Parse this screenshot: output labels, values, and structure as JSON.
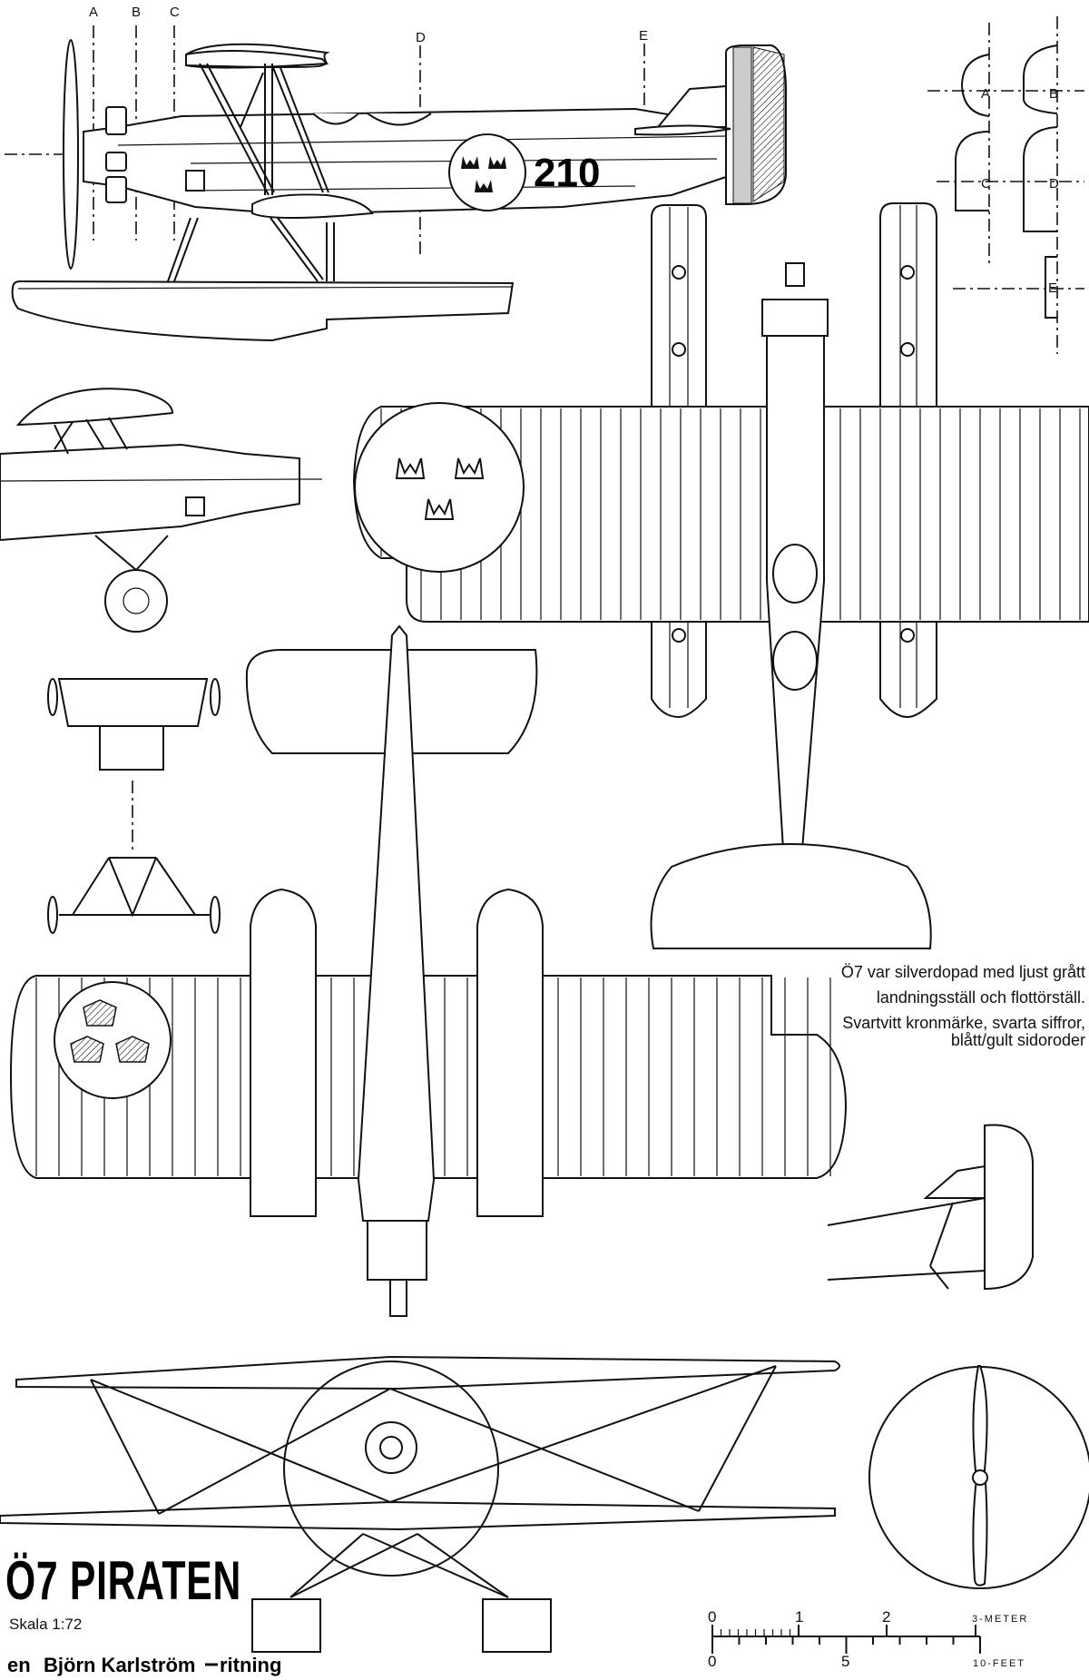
{
  "drawing": {
    "section_labels": [
      "A",
      "B",
      "C",
      "D",
      "E"
    ],
    "cross_section_labels": [
      "A",
      "B",
      "C",
      "D",
      "E"
    ],
    "fuselage_number": "210",
    "caption": [
      "Ö7 var silverdopad med ljust grått",
      "landningsställ och flottörställ.",
      "Svartvitt kronmärke, svarta siffror,",
      "blått/gult sidoroder"
    ],
    "title": "Ö7 PIRATEN",
    "scale_text": "Skala 1:72",
    "credit": {
      "prefix": "en",
      "name": "Björn Karlström",
      "suffix": "ritning"
    },
    "scale_bar": {
      "meter_labels": [
        "0",
        "1",
        "2",
        "3-METER"
      ],
      "feet_labels": [
        "0",
        "5",
        "10-FEET"
      ]
    }
  }
}
